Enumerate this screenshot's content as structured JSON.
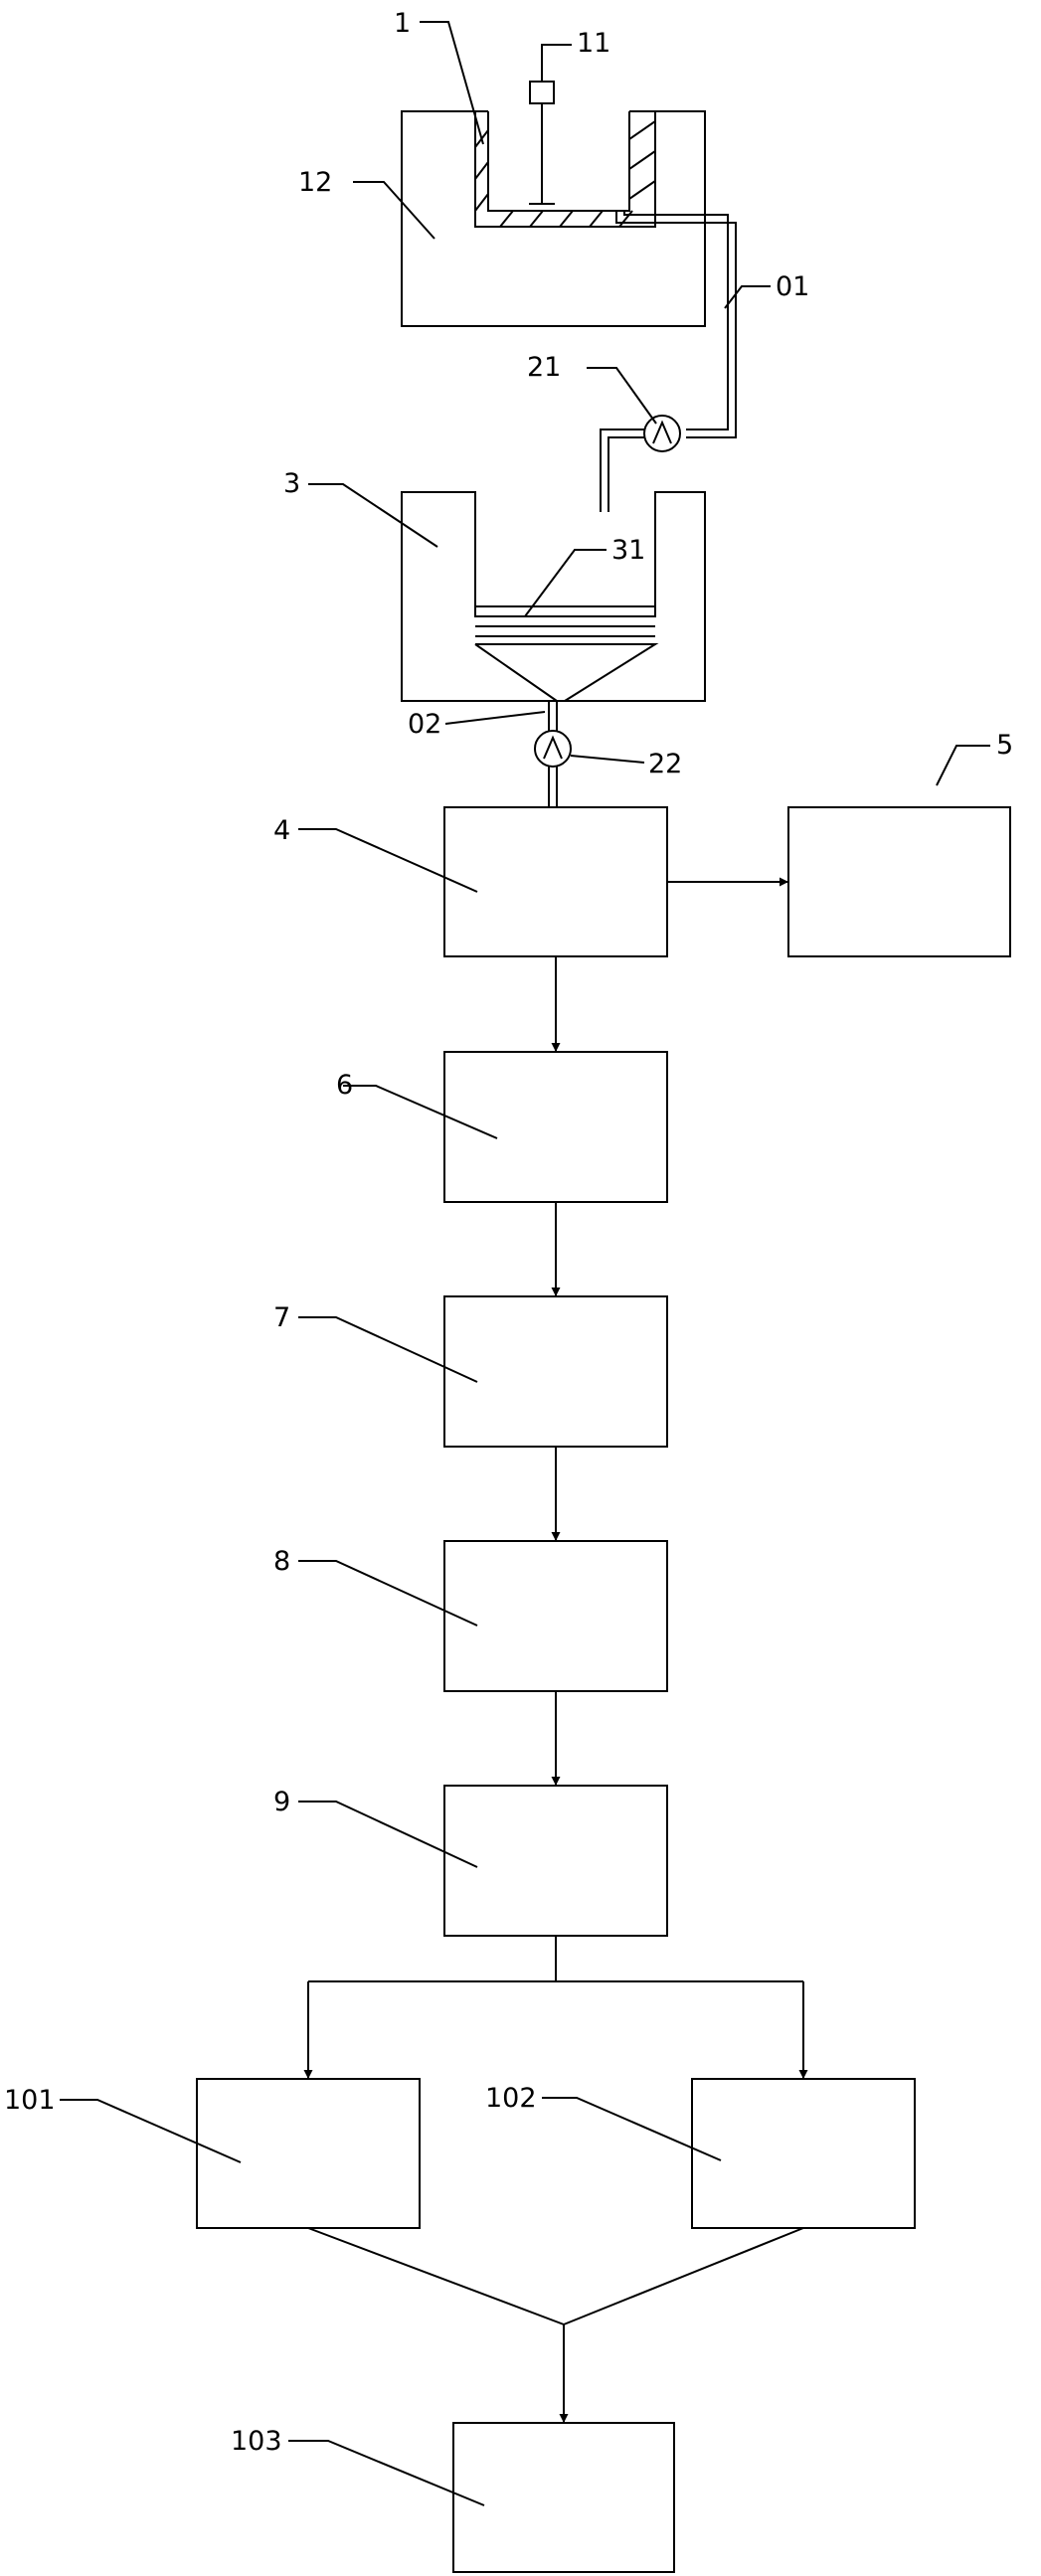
{
  "labels": {
    "l1": "1",
    "l11": "11",
    "l12": "12",
    "l01": "01",
    "l21": "21",
    "l3": "3",
    "l31": "31",
    "l02": "02",
    "l22": "22",
    "l4": "4",
    "l5": "5",
    "l6": "6",
    "l7": "7",
    "l8": "8",
    "l9": "9",
    "l101": "101",
    "l102": "102",
    "l103": "103"
  },
  "colors": {
    "line": "#000000",
    "background": "#ffffff"
  }
}
